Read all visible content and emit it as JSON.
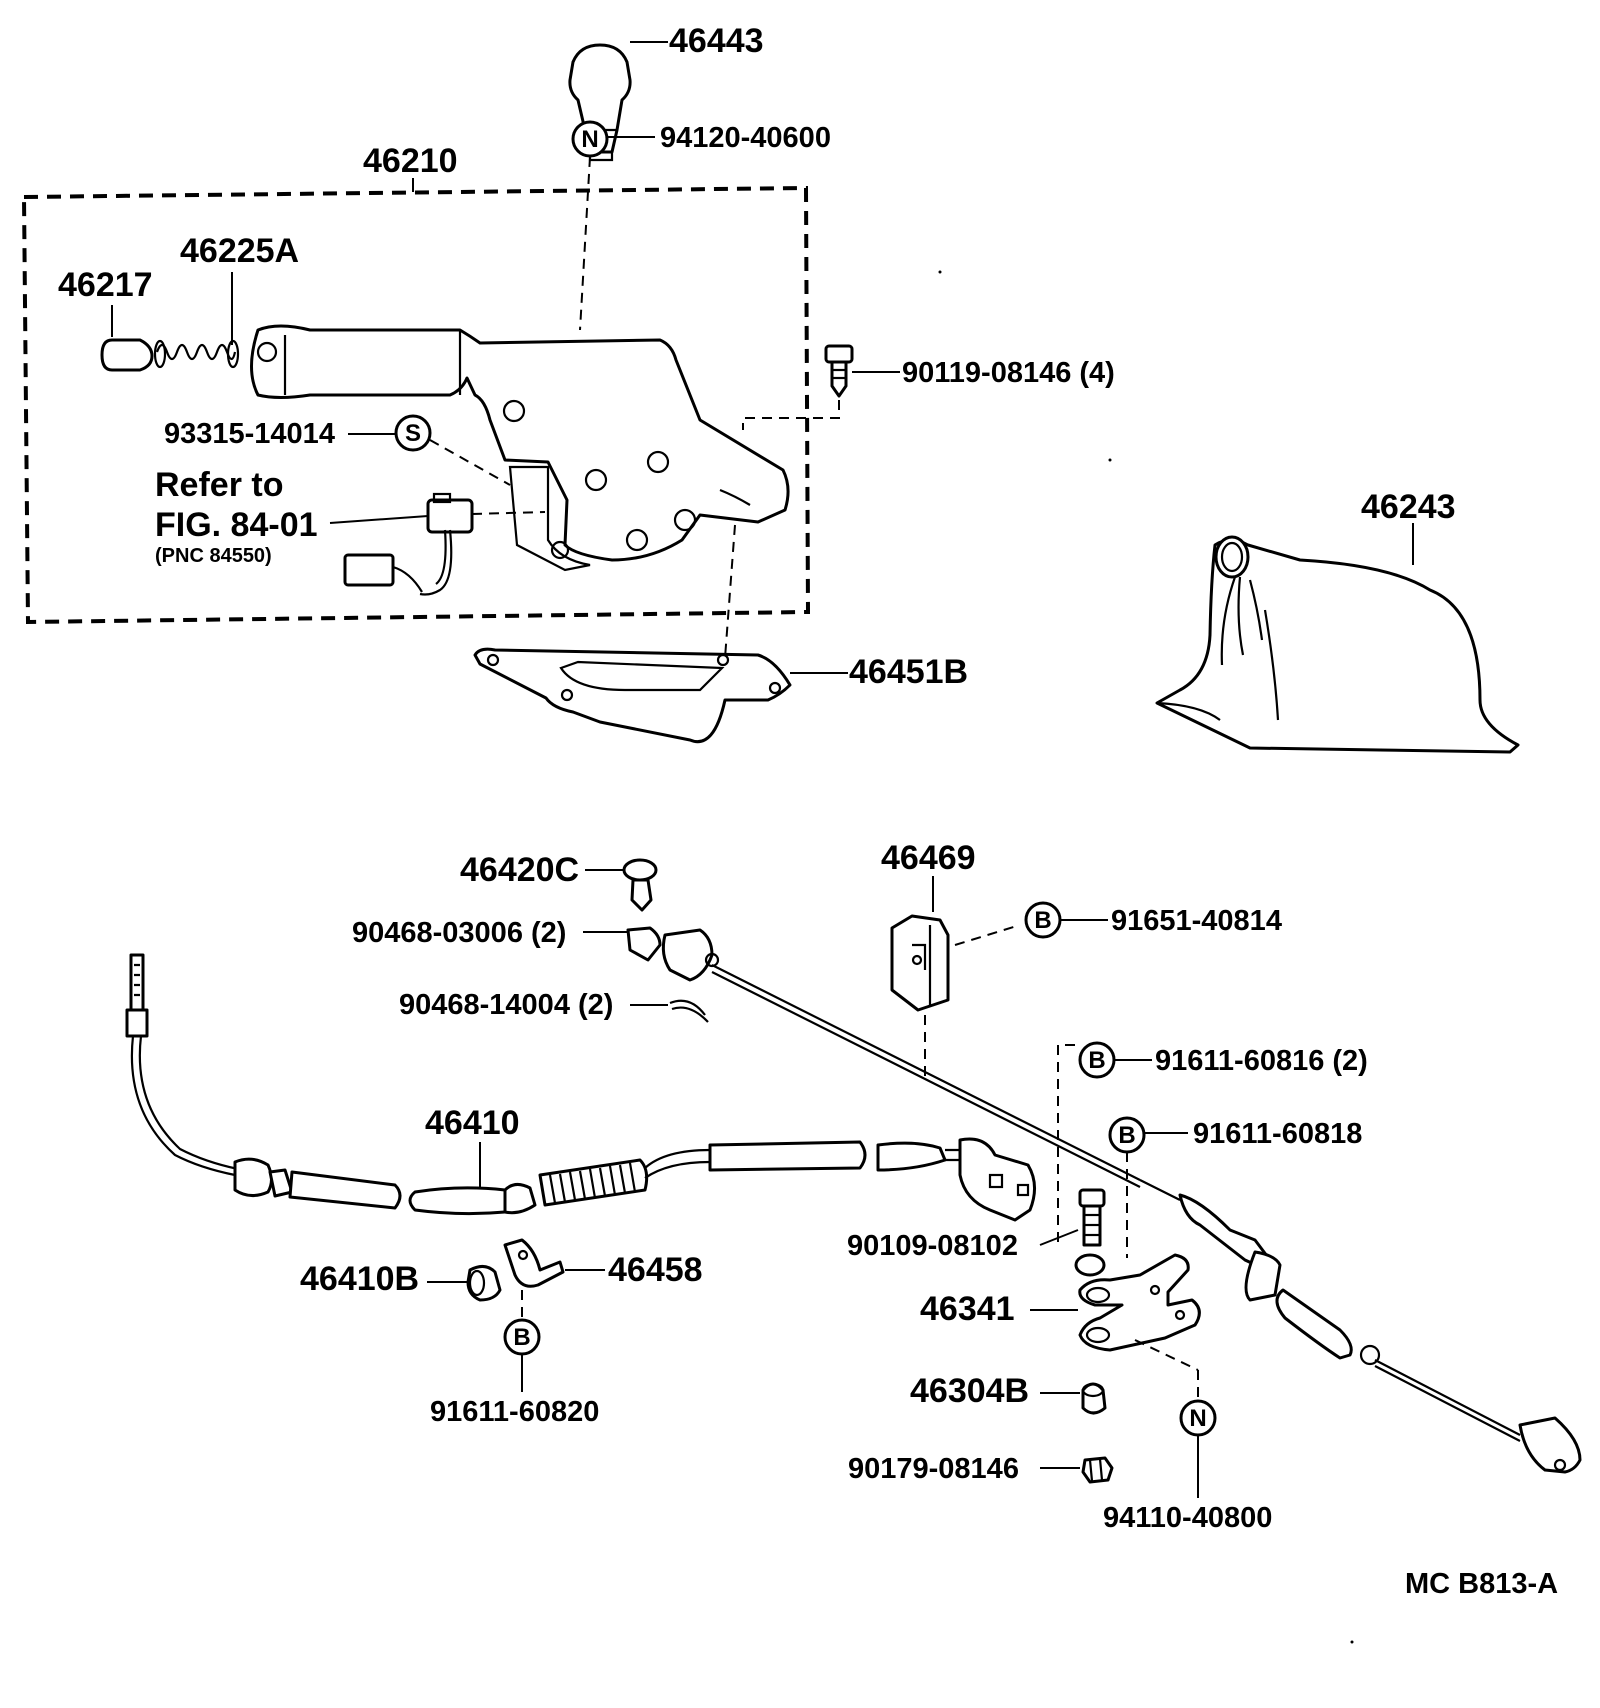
{
  "labels": {
    "knob": "46443",
    "knob_nut": "94120-40600",
    "lever_assy": "46210",
    "spring": "46225A",
    "button": "46217",
    "screw_4": "90119-08146 (4)",
    "washer_s": "93315-14014",
    "refer_to": "Refer to",
    "fig_ref": "FIG. 84-01",
    "pnc_ref": "(PNC 84550)",
    "boot": "46243",
    "bracket": "46451B",
    "clip_c": "46420C",
    "pin_2": "90468-03006 (2)",
    "cotter_2": "90468-14004 (2)",
    "cable_clamp": "46469",
    "bolt_b1": "91651-40814",
    "bolt_b2": "91611-60816 (2)",
    "bolt_b3": "91611-60818",
    "cable": "46410",
    "bolt_08102": "90109-08102",
    "grommet": "46410B",
    "clamp": "46458",
    "bolt_b4": "91611-60820",
    "equalizer": "46341",
    "bushing": "46304B",
    "nut_08146": "90179-08146",
    "nut_n2": "94110-40800",
    "diagram_code": "MC  B813-A"
  },
  "markers": {
    "n": "N",
    "s": "S",
    "b": "B"
  }
}
